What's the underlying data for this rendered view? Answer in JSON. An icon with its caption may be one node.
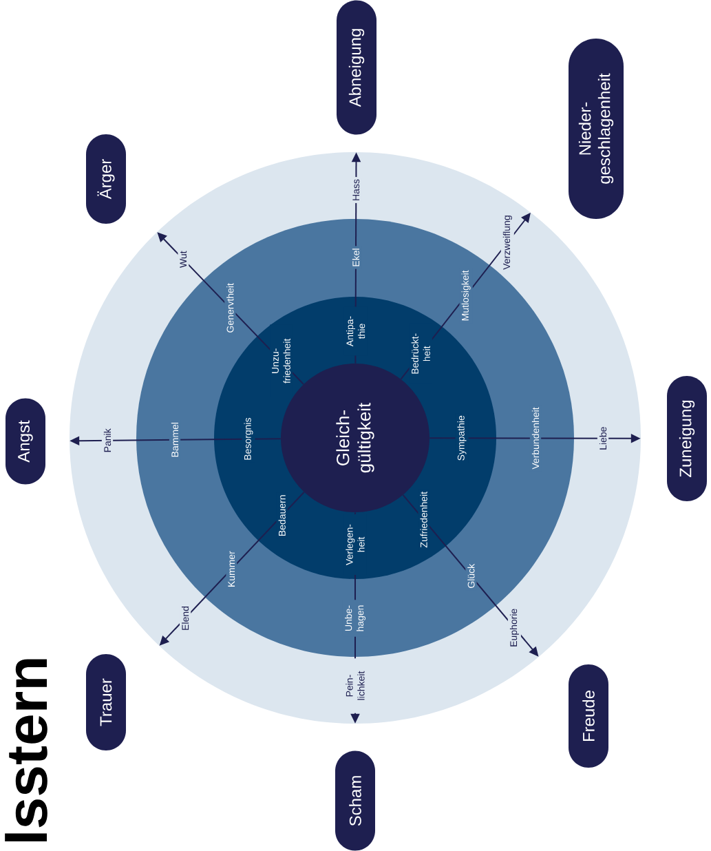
{
  "diagram": {
    "title": "lsstern",
    "nodes": [
      {
        "text": [
          "Panik",
          "Wut",
          "Hass",
          "Verzweiflung",
          "Liebe",
          "Euphorie",
          "Pein- lichkeit",
          "Elend"
        ]
      },
      {
        "text": [
          "Bammel",
          "Genervtheit",
          "Ekel",
          "Mutlosigkeit",
          "Verbundenheit",
          "Glück",
          "Unbe- hagen",
          "Kummer"
        ],
        "in": 0
      },
      {
        "text": [
          "Besorgnis",
          "Unzu- friedenheit",
          "Antipa- thie",
          "Bedrückt- heit",
          "Sympathie",
          "Zufriedenheit",
          "Verlegen- heit",
          "Bedauern"
        ],
        "in": 1
      },
      {
        "text": [
          "Gleich- gültigkeit"
        ],
        "in": 2
      },
      {
        "text": [
          "Angst"
        ]
      },
      {
        "text": [
          "Ärger"
        ]
      },
      {
        "text": [
          "Abneigung"
        ]
      },
      {
        "text": [
          "Nieder- geschlagenheit"
        ]
      },
      {
        "text": [
          "Zuneigung"
        ]
      },
      {
        "text": [
          "Freude"
        ]
      },
      {
        "text": [
          "Scham"
        ]
      },
      {
        "text": [
          "Trauer"
        ]
      }
    ],
    "edges": [
      {
        "from": 3,
        "to": 4,
        "arrow": "to"
      },
      {
        "from": 3,
        "to": 5,
        "arrow": "to"
      },
      {
        "from": 3,
        "to": 6,
        "arrow": "to"
      },
      {
        "from": 3,
        "to": 7,
        "arrow": "to"
      },
      {
        "from": 3,
        "to": 8,
        "arrow": "to"
      },
      {
        "from": 3,
        "to": 9,
        "arrow": "to"
      },
      {
        "from": 3,
        "to": 10,
        "arrow": "to"
      },
      {
        "from": 3,
        "to": 11,
        "arrow": "to"
      }
    ]
  }
}
